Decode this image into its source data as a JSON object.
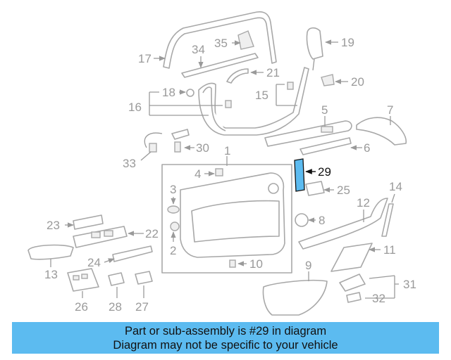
{
  "diagram": {
    "highlighted_part": "29",
    "highlight_color": "#5cbbf0",
    "callouts": [
      "1",
      "2",
      "3",
      "4",
      "5",
      "6",
      "7",
      "8",
      "9",
      "10",
      "11",
      "12",
      "13",
      "14",
      "15",
      "16",
      "17",
      "18",
      "19",
      "20",
      "21",
      "22",
      "23",
      "24",
      "25",
      "26",
      "27",
      "28",
      "29",
      "30",
      "31",
      "32",
      "33",
      "34",
      "35"
    ]
  },
  "caption": {
    "line1": "Part or sub-assembly is #29 in diagram",
    "line2": "Diagram may not be specific to your vehicle",
    "background": "#5cbbf0"
  }
}
